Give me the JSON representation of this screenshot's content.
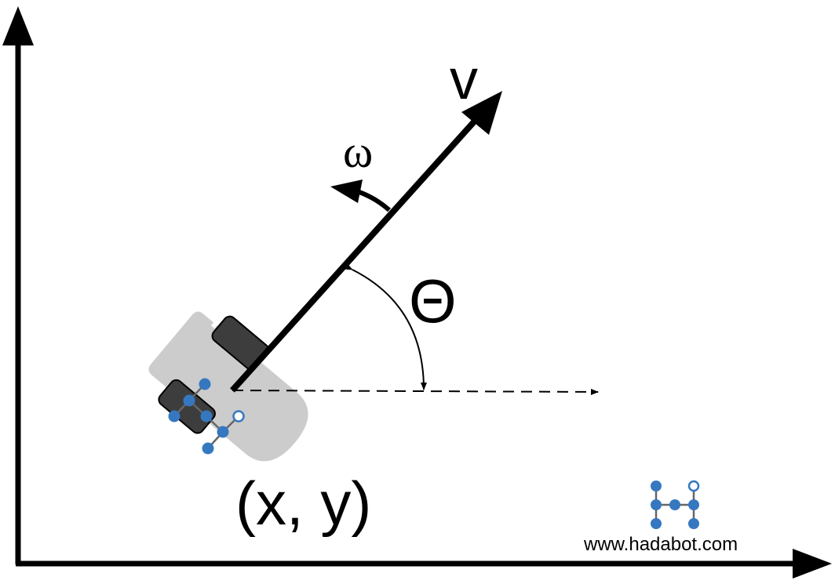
{
  "labels": {
    "velocity": "v",
    "angular_velocity": "ω",
    "heading_angle": "Θ",
    "position": "(x, y)",
    "website": "www.hadabot.com"
  },
  "colors": {
    "axis": "#000000",
    "robot_body": "#cccccc",
    "robot_wheel": "#3d3d3d",
    "logo_node": "#3578c0",
    "logo_edge": "#666666"
  },
  "icons": {
    "robot": "hadabot-robot",
    "logo": "hadabot-logo"
  }
}
